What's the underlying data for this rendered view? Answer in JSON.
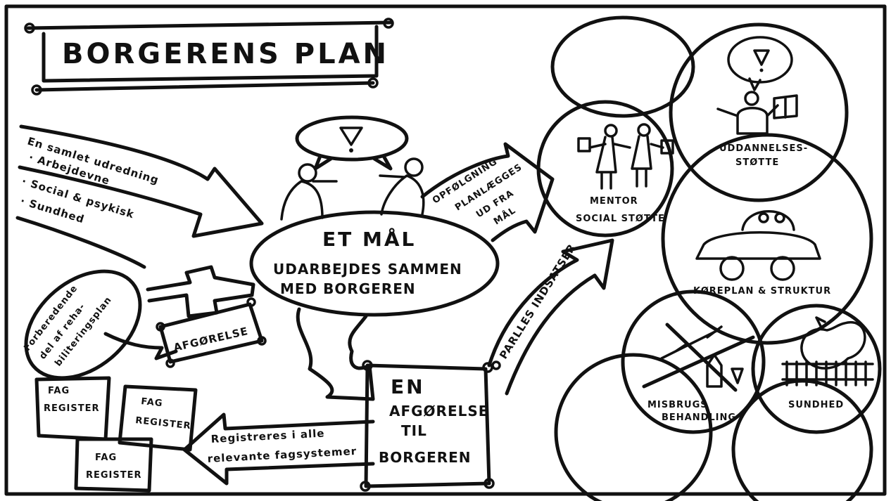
{
  "title": "BORGERENS PLAN",
  "left_arrow_text": {
    "line1": "En samlet udredning",
    "line2": "· Arbejdevne",
    "line3": "· Social & psykisk",
    "line4": "· Sundhed"
  },
  "center": {
    "heading": "ET MÅL",
    "line1": "UDARBEJDES SAMMEN",
    "line2": "MED BORGEREN"
  },
  "forberedende": {
    "line1": "Forberedende",
    "line2": "del af reha-",
    "line3": "biliteringsplan"
  },
  "afgorelse_label": "AFGØRELSE",
  "decision_box": {
    "line1": "EN",
    "line2": "AFGØRELSE",
    "line3": "TIL",
    "line4": "BORGEREN"
  },
  "fag_registers": [
    {
      "line1": "FAG",
      "line2": "REGISTER"
    },
    {
      "line1": "FAG",
      "line2": "REGISTER"
    },
    {
      "line1": "FAG",
      "line2": "REGISTER"
    }
  ],
  "bottom_arrow_text": {
    "line1": "Registreres i alle",
    "line2": "relevante fagsystemer"
  },
  "followup_arrow_text": {
    "line1": "OPFØLGNING",
    "line2": "PLANLÆGGES",
    "line3": "UD FRA",
    "line4": "MÅL"
  },
  "parallel_text": "PARLLES INDSATSER",
  "circles": {
    "mentor": {
      "line1": "MENTOR",
      "line2": "SOCIAL STØTTE"
    },
    "uddannelse": {
      "line1": "UDDANNELSES-",
      "line2": "STØTTE"
    },
    "koreplan": "KØREPLAN & STRUKTUR",
    "misbrug": {
      "line1": "MISBRUGS",
      "line2": "BEHANDLING"
    },
    "sundhed": "SUNDHED"
  },
  "colors": {
    "ink": "#111111",
    "paper": "#ffffff"
  }
}
